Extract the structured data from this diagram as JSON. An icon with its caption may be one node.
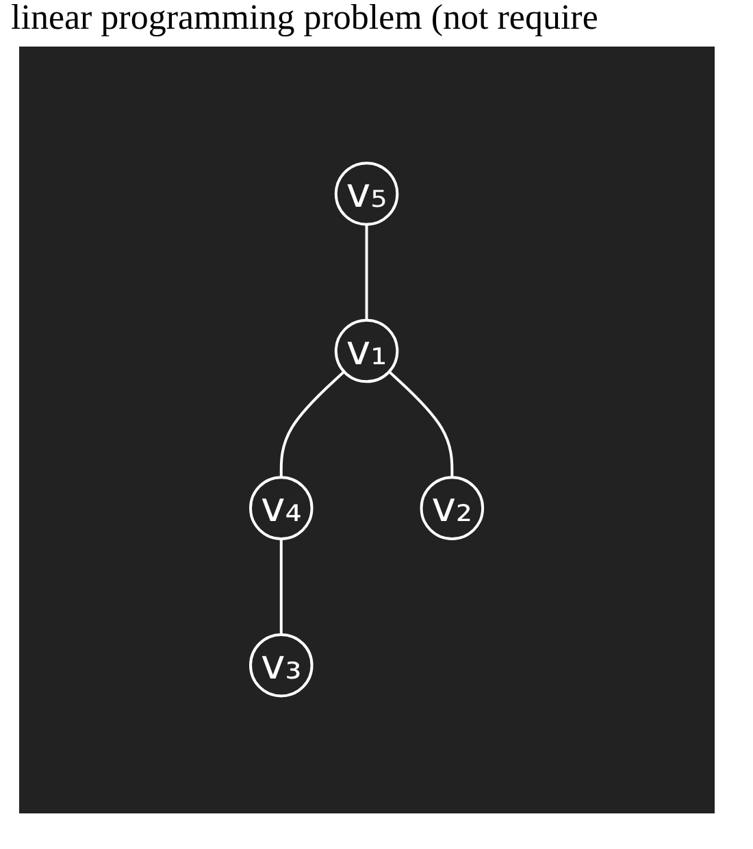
{
  "diagram": {
    "nodes": [
      {
        "text": [
          "v₅"
        ]
      },
      {
        "text": [
          "v₁"
        ]
      },
      {
        "text": [
          "v₄"
        ]
      },
      {
        "text": [
          "v₂"
        ]
      },
      {
        "text": [
          "v₃"
        ]
      }
    ],
    "edges": [
      {
        "from": 0,
        "to": 1,
        "arrow": "none"
      },
      {
        "from": 1,
        "to": 2,
        "arrow": "none"
      },
      {
        "from": 1,
        "to": 3,
        "arrow": "none"
      },
      {
        "from": 2,
        "to": 4,
        "arrow": "none"
      }
    ],
    "labels": [
      "linear programming problem (not require"
    ]
  }
}
